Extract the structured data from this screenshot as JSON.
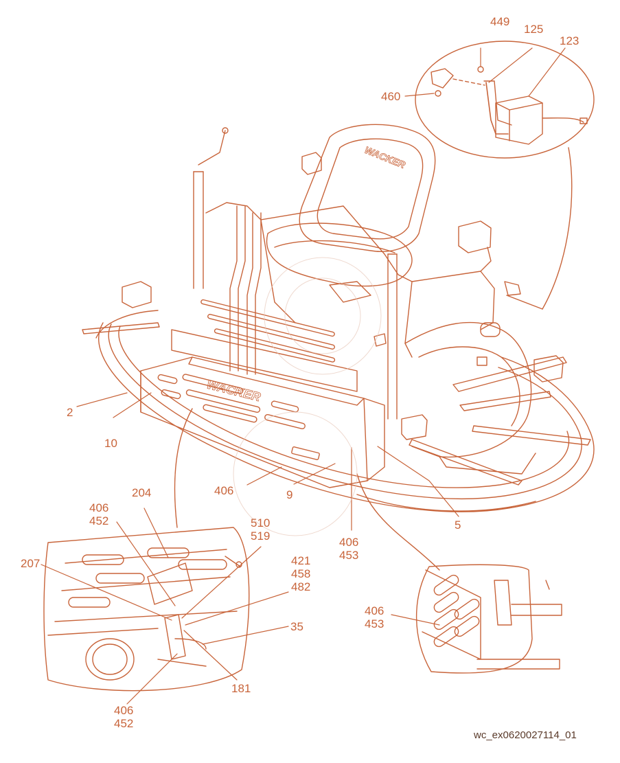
{
  "diagram": {
    "figure_id": "wc_ex0620027114_01",
    "brand_marks": [
      "WACKER",
      "WACKER"
    ],
    "line_color": "#c8643a",
    "callouts": {
      "c449": "449",
      "c125": "125",
      "c123": "123",
      "c460": "460",
      "c2": "2",
      "c10": "10",
      "c406a": "406",
      "c9": "9",
      "c5": "5",
      "c406b_1": "406",
      "c406b_2": "453",
      "c204": "204",
      "c406c_1": "406",
      "c406c_2": "452",
      "c510_1": "510",
      "c510_2": "519",
      "c421_1": "421",
      "c421_2": "458",
      "c421_3": "482",
      "c207": "207",
      "c35": "35",
      "c181": "181",
      "c406d_1": "406",
      "c406d_2": "452",
      "c406e_1": "406",
      "c406e_2": "453"
    }
  }
}
